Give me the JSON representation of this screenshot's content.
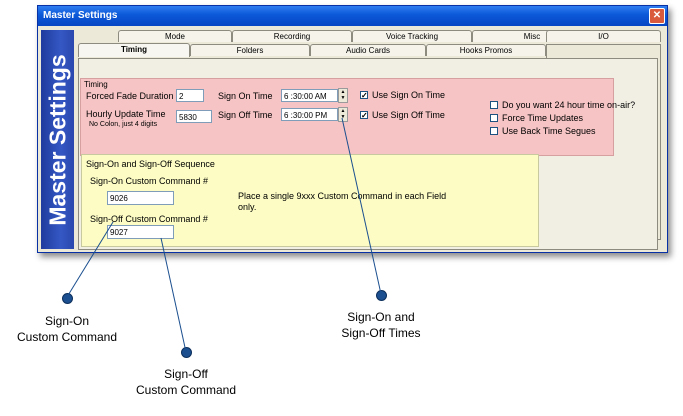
{
  "window": {
    "title": "Master Settings",
    "close_icon": "close-icon"
  },
  "banner": {
    "text": "Master Settings"
  },
  "tabs_row1": [
    {
      "label": "Mode"
    },
    {
      "label": "Recording"
    },
    {
      "label": "Voice Tracking"
    },
    {
      "label": "Misc"
    },
    {
      "label": "I/O"
    }
  ],
  "tabs_row2": [
    {
      "label": "Timing",
      "active": true
    },
    {
      "label": "Folders"
    },
    {
      "label": "Audio Cards"
    },
    {
      "label": "Hooks Promos"
    }
  ],
  "timing": {
    "group_label": "Timing",
    "fade_label": "Forced Fade Duration",
    "fade_value": "2",
    "hourly_label": "Hourly Update Time",
    "hourly_value": "5830",
    "hourly_hint": "No Colon, just 4 digits",
    "sign_on_label": "Sign On Time",
    "sign_on_value": "6 :30:00 AM",
    "sign_off_label": "Sign Off Time",
    "sign_off_value": "6 :30:00 PM",
    "use_sign_on_label": "Use Sign On Time",
    "use_sign_on_checked": true,
    "use_sign_off_label": "Use Sign Off Time",
    "use_sign_off_checked": true,
    "option_24h_label": "Do you want 24 hour time on-air?",
    "option_force_label": "Force Time Updates",
    "option_back_label": "Use Back Time Segues"
  },
  "sequence": {
    "group_label": "Sign-On and Sign-Off Sequence",
    "on_label": "Sign-On Custom Command #",
    "on_value": "9026",
    "off_label": "Sign-Off Custom Command #",
    "off_value": "9027",
    "help_line1": "Place a single 9xxx Custom Command in each Field",
    "help_line2": "only."
  },
  "callouts": {
    "sign_on_line1": "Sign-On",
    "sign_on_line2": "Custom Command",
    "sign_off_line1": "Sign-Off",
    "sign_off_line2": "Custom Command",
    "times_line1": "Sign-On and",
    "times_line2": "Sign-Off Times"
  },
  "colors": {
    "title_blue": "#0b58d8",
    "banner_blue": "#2a47ad",
    "timing_bg": "#f6c4c4",
    "sequence_bg": "#fcfcc4",
    "callout_dot": "#1b4f8f"
  }
}
